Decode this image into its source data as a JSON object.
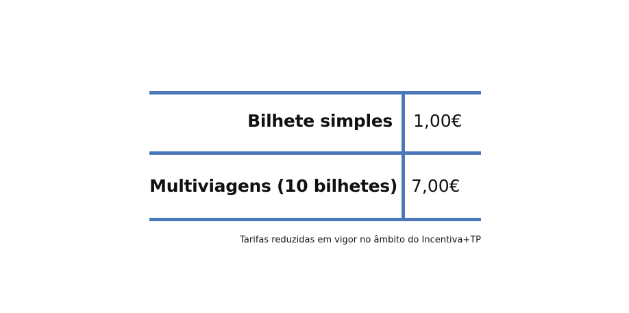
{
  "table": {
    "rows": [
      {
        "label": "Bilhete simples",
        "price": "1,00€"
      },
      {
        "label": "Multiviagens (10 bilhetes)",
        "price": "7,00€"
      }
    ],
    "border_color": "#4a78b8"
  },
  "footnote": "Tarifas reduzidas em vigor no âmbito do Incentiva+TP"
}
